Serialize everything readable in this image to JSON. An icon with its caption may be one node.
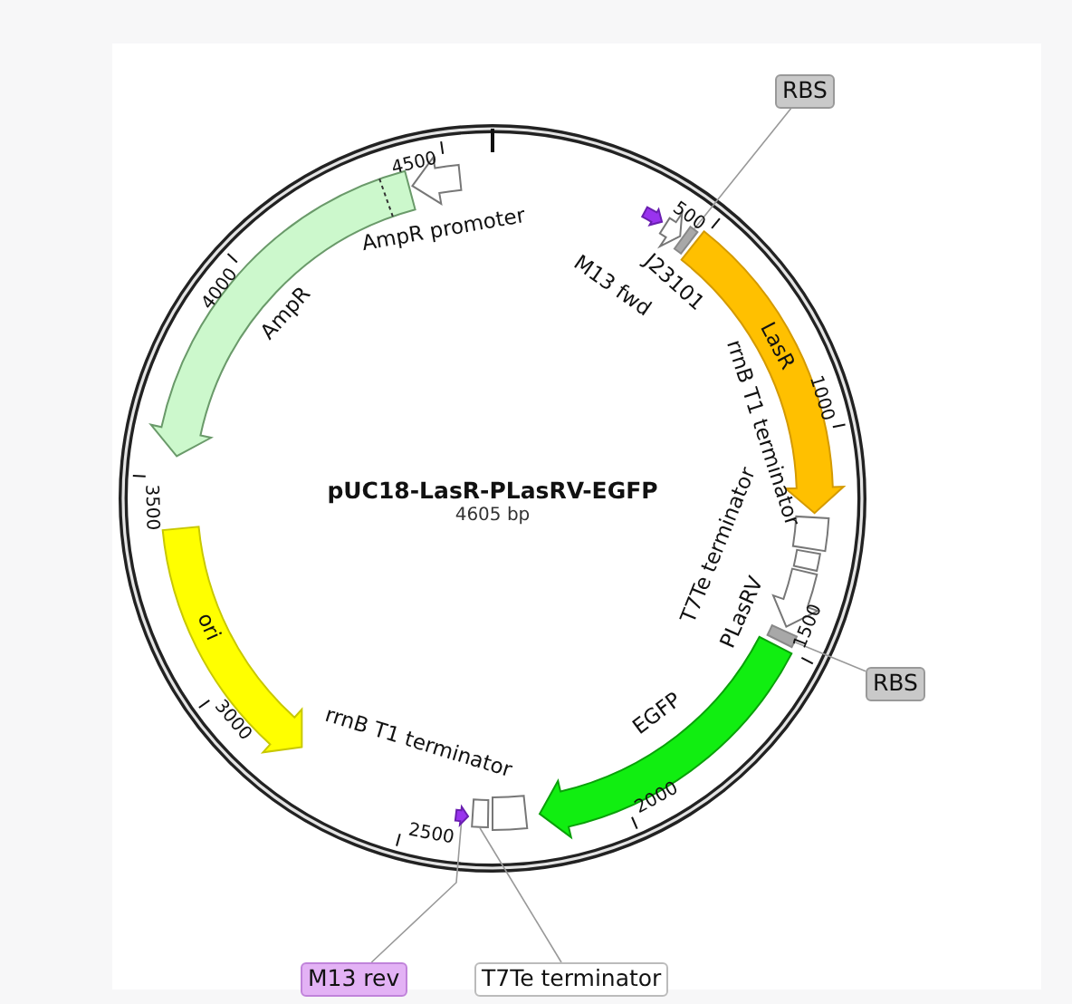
{
  "diagram": {
    "title": "pUC18-LasR-PLasRV-EGFP",
    "nodes": [
      {
        "text": [
          "M13 fwd"
        ]
      },
      {
        "text": [
          "J23101"
        ]
      },
      {
        "text": [],
        "shape": "bar"
      },
      {
        "text": [
          "RBS"
        ]
      },
      {
        "text": [
          "LasR"
        ]
      },
      {
        "text": [
          "rrnB T1 terminator"
        ]
      },
      {
        "text": [
          "T7Te terminator"
        ]
      },
      {
        "text": [
          "PLasRV"
        ]
      },
      {
        "text": [],
        "shape": "bar"
      },
      {
        "text": [
          "RBS"
        ]
      },
      {
        "text": [
          "EGFP"
        ]
      },
      {
        "text": [
          "rrnB T1 terminator"
        ]
      },
      {
        "text": [],
        "shape": "box"
      },
      {
        "text": [
          "T7Te terminator"
        ]
      },
      {
        "text": [],
        "shape": "arrow"
      },
      {
        "text": [
          "M13 rev"
        ]
      },
      {
        "text": [
          "ori"
        ]
      },
      {
        "text": [
          "AmpR"
        ]
      },
      {
        "text": [
          "AmpR promoter"
        ]
      }
    ],
    "edges": [
      {
        "from": 3,
        "to": 2,
        "arrow": "none"
      },
      {
        "from": 9,
        "to": 8,
        "arrow": "none"
      },
      {
        "from": 13,
        "to": 12,
        "arrow": "none"
      },
      {
        "from": 15,
        "to": 14,
        "arrow": "none"
      }
    ],
    "labels": [
      "4605 bp",
      "500",
      "1000",
      "1500",
      "2000",
      "2500",
      "3000",
      "3500",
      "4000",
      "4500"
    ]
  }
}
